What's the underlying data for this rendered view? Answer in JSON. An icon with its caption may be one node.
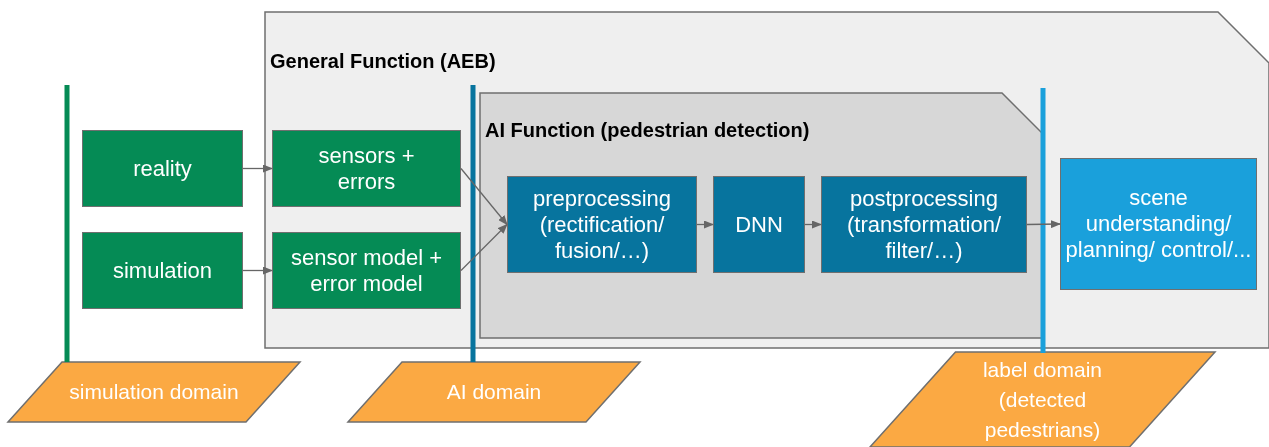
{
  "diagram": {
    "nodes": [
      {
        "text": [
          "General Function (AEB)"
        ]
      },
      {
        "text": [
          "reality"
        ]
      },
      {
        "text": [
          "simulation"
        ]
      },
      {
        "text": [
          "sensors + errors"
        ],
        "in": 0
      },
      {
        "text": [
          "sensor model + error model"
        ],
        "in": 0
      },
      {
        "text": [
          "AI Function (pedestrian detection)"
        ],
        "in": 0
      },
      {
        "text": [
          "preprocessing (rectification/ fusion/…)"
        ],
        "in": 5
      },
      {
        "text": [
          "DNN"
        ],
        "in": 5
      },
      {
        "text": [
          "postprocessing (transformation/ filter/…)"
        ],
        "in": 5
      },
      {
        "text": [
          "scene understanding/ planning/ control/..."
        ],
        "in": 0
      },
      {
        "text": [
          "simulation domain"
        ]
      },
      {
        "text": [
          "AI domain"
        ]
      },
      {
        "text": [
          "label domain (detected pedestrians)"
        ]
      }
    ],
    "edges": [
      {
        "from": 1,
        "to": 3,
        "arrow": "to"
      },
      {
        "from": 2,
        "to": 4,
        "arrow": "to"
      },
      {
        "from": 3,
        "to": 6,
        "arrow": "to"
      },
      {
        "from": 4,
        "to": 6,
        "arrow": "to"
      },
      {
        "from": 6,
        "to": 7,
        "arrow": "to"
      },
      {
        "from": 7,
        "to": 8,
        "arrow": "to"
      },
      {
        "from": 8,
        "to": 9,
        "arrow": "to"
      }
    ]
  }
}
